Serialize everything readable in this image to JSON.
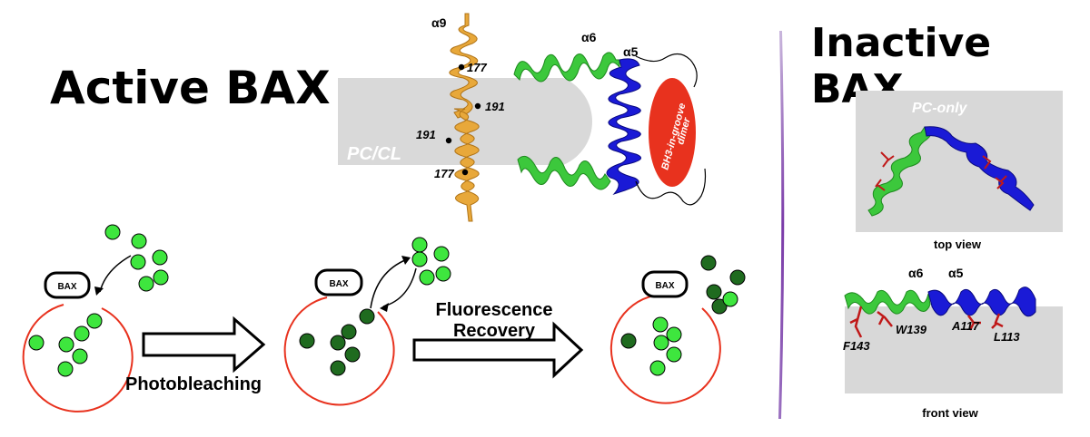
{
  "active_title": "Active BAX",
  "inactive_title": "Inactive BAX",
  "membrane": {
    "label": "PC/CL",
    "dimer_label_line1": "BH3-in-groove",
    "dimer_label_line2": "dimer"
  },
  "helices": {
    "a9": "α9",
    "a6": "α6",
    "a5": "α5"
  },
  "residue_markers": {
    "r177_top": "177",
    "r191_right": "191",
    "r191_left": "191",
    "r177_bottom": "177"
  },
  "frap": {
    "bax_label": "BAX",
    "step1": "Photobleaching",
    "step2_line1": "Fluorescence",
    "step2_line2": "Recovery"
  },
  "inactive": {
    "pc_only": "PC-only",
    "top_view": "top view",
    "front_view": "front view",
    "a6": "α6",
    "a5": "α5",
    "residues": {
      "f143": "F143",
      "w139": "W139",
      "a117": "A117",
      "l113": "L113"
    }
  },
  "colors": {
    "helix_a9": "#e8a83a",
    "helix_a6": "#3cc83c",
    "helix_a5": "#1a1ad6",
    "dimer": "#e8321e",
    "membrane": "#d8d8d8",
    "fluor_bright": "#3ee63e",
    "fluor_dark": "#1f6b1f",
    "vesicle": "#e8321e",
    "divider": "#7a3aa8",
    "residue_red": "#c01818"
  }
}
